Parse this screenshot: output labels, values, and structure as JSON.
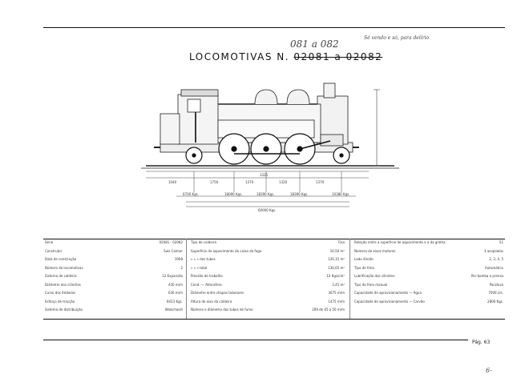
{
  "header": {
    "title_prefix": "LOCOMOTIVAS N.",
    "title_struck": "02081 a 02082",
    "handwritten_number": "081 a 082",
    "handwritten_note": "Sé vendo e só, para delírio"
  },
  "drawing": {
    "dim_labels": [
      "1040",
      "1750",
      "1370",
      "1320",
      "1370",
      "3325"
    ],
    "weight_labels": [
      "6700 Kgs.",
      "18090 Kgs.",
      "18390 Kgs.",
      "18390 Kgs.",
      "10380 Kgs."
    ],
    "total_label": "60000 Kgs."
  },
  "specs": {
    "col1": [
      {
        "label": "Série",
        "value": "02081 - 02082"
      },
      {
        "label": "Construtor",
        "value": "Sulz Colmar"
      },
      {
        "label": "Data de construção",
        "value": "1908"
      },
      {
        "label": "Número de locomotivas",
        "value": "2"
      },
      {
        "label": "Sistema de caldeira",
        "value": "12 Expansão"
      },
      {
        "label": "Diâmetro dos cilindros",
        "value": "430 m/m"
      },
      {
        "label": "Curso dos êmbolos",
        "value": "630 m/m"
      },
      {
        "label": "Esforço de tracção",
        "value": "8413 Kgs."
      },
      {
        "label": "Sistema de distribuição",
        "value": "Walschaert"
      }
    ],
    "col2": [
      {
        "label": "Tipo de caldeira",
        "value": "Fixa"
      },
      {
        "label": "Superfície de aquecimento de caixa de fogo",
        "value": "10,50 m²"
      },
      {
        "label": "» » » dos tubos",
        "value": "126,15 m²"
      },
      {
        "label": "» » » total",
        "value": "136,65 m²"
      },
      {
        "label": "Pressão de trabalho",
        "value": "12 Kgs/cm²"
      },
      {
        "label": "Cond. — Atmosfera",
        "value": "2,45 m²"
      },
      {
        "label": "Diâmetro entre chapas tubulares",
        "value": "3675 m/m"
      },
      {
        "label": "Altura do eixo da caldeira",
        "value": "1475 m/m"
      },
      {
        "label": "Número e diâmetro dos tubos de fumo",
        "value": "209 de 45 a 50 m/m"
      }
    ],
    "col3": [
      {
        "label": "Relação entre a superfície de aquecimento e a da grelha",
        "value": "51"
      },
      {
        "label": "Número de eixos motores",
        "value": "3 acoplados"
      },
      {
        "label": "Lado direito",
        "value": "2, 3, 4, 5"
      },
      {
        "label": "Tipo de freio",
        "value": "Automático"
      },
      {
        "label": "Lubrificação dos cilindros",
        "value": "Por bomba e prensa"
      },
      {
        "label": "Tipo de freio manual",
        "value": "Parafuso"
      },
      {
        "label": "Capacidade de aprovisionamento — Água",
        "value": "7000 Lts."
      },
      {
        "label": "Capacidade de aprovisionamento — Carvão",
        "value": "2800 Kgs."
      }
    ]
  },
  "footer": {
    "page": "Pág. 63",
    "corner_mark": "6-"
  }
}
